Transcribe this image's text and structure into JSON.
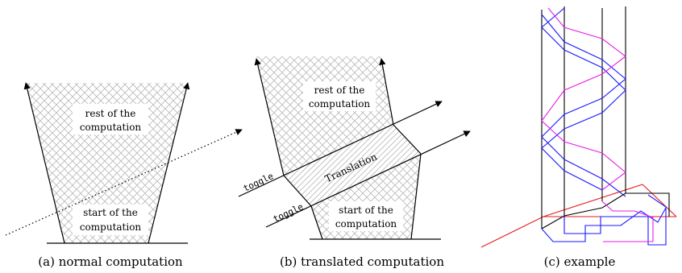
{
  "panel_a": {
    "label_top_1": "rest of the",
    "label_top_2": "computation",
    "label_bottom_1": "start of the",
    "label_bottom_2": "computation",
    "caption": "(a)  normal computation"
  },
  "panel_b": {
    "label_top_1": "rest of the",
    "label_top_2": "computation",
    "label_middle": "Translation",
    "label_bottom_1": "start of the",
    "label_bottom_2": "computation",
    "toggle_upper": "toggle",
    "toggle_lower": "toggle",
    "caption": "(b)  translated computation"
  },
  "panel_c": {
    "caption": "(c)  example"
  },
  "colors": {
    "black": "#000000",
    "hatch": "#b8b8b8",
    "blue": "#1a1aff",
    "magenta": "#e61ee6",
    "red": "#e31b1b"
  }
}
